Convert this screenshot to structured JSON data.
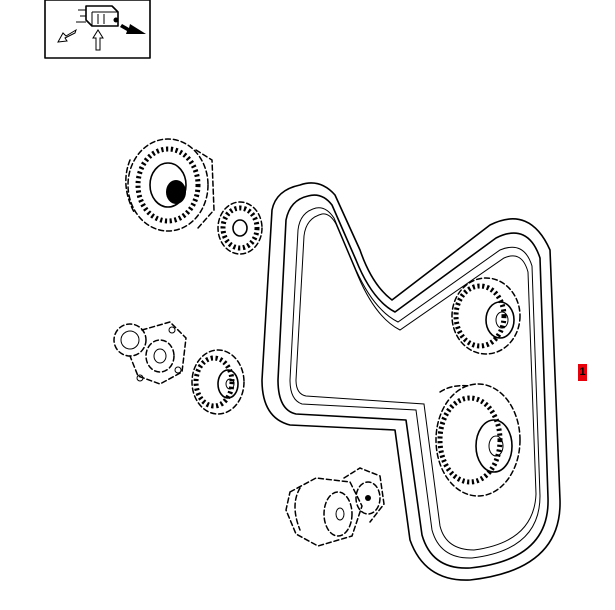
{
  "callouts": [
    {
      "label": "1",
      "color": "#e8000b"
    }
  ],
  "icons": {
    "inset": "belt-routing-inset-icon",
    "belt": "serpentine-belt",
    "alternator": "alternator",
    "alternator_pulley": "alternator-pulley",
    "water_pump": "water-pump",
    "water_pump_pulley": "water-pump-pulley",
    "upper_pulley": "idler-pulley",
    "crankshaft_pulley": "crankshaft-pulley",
    "tensioner": "belt-tensioner"
  }
}
